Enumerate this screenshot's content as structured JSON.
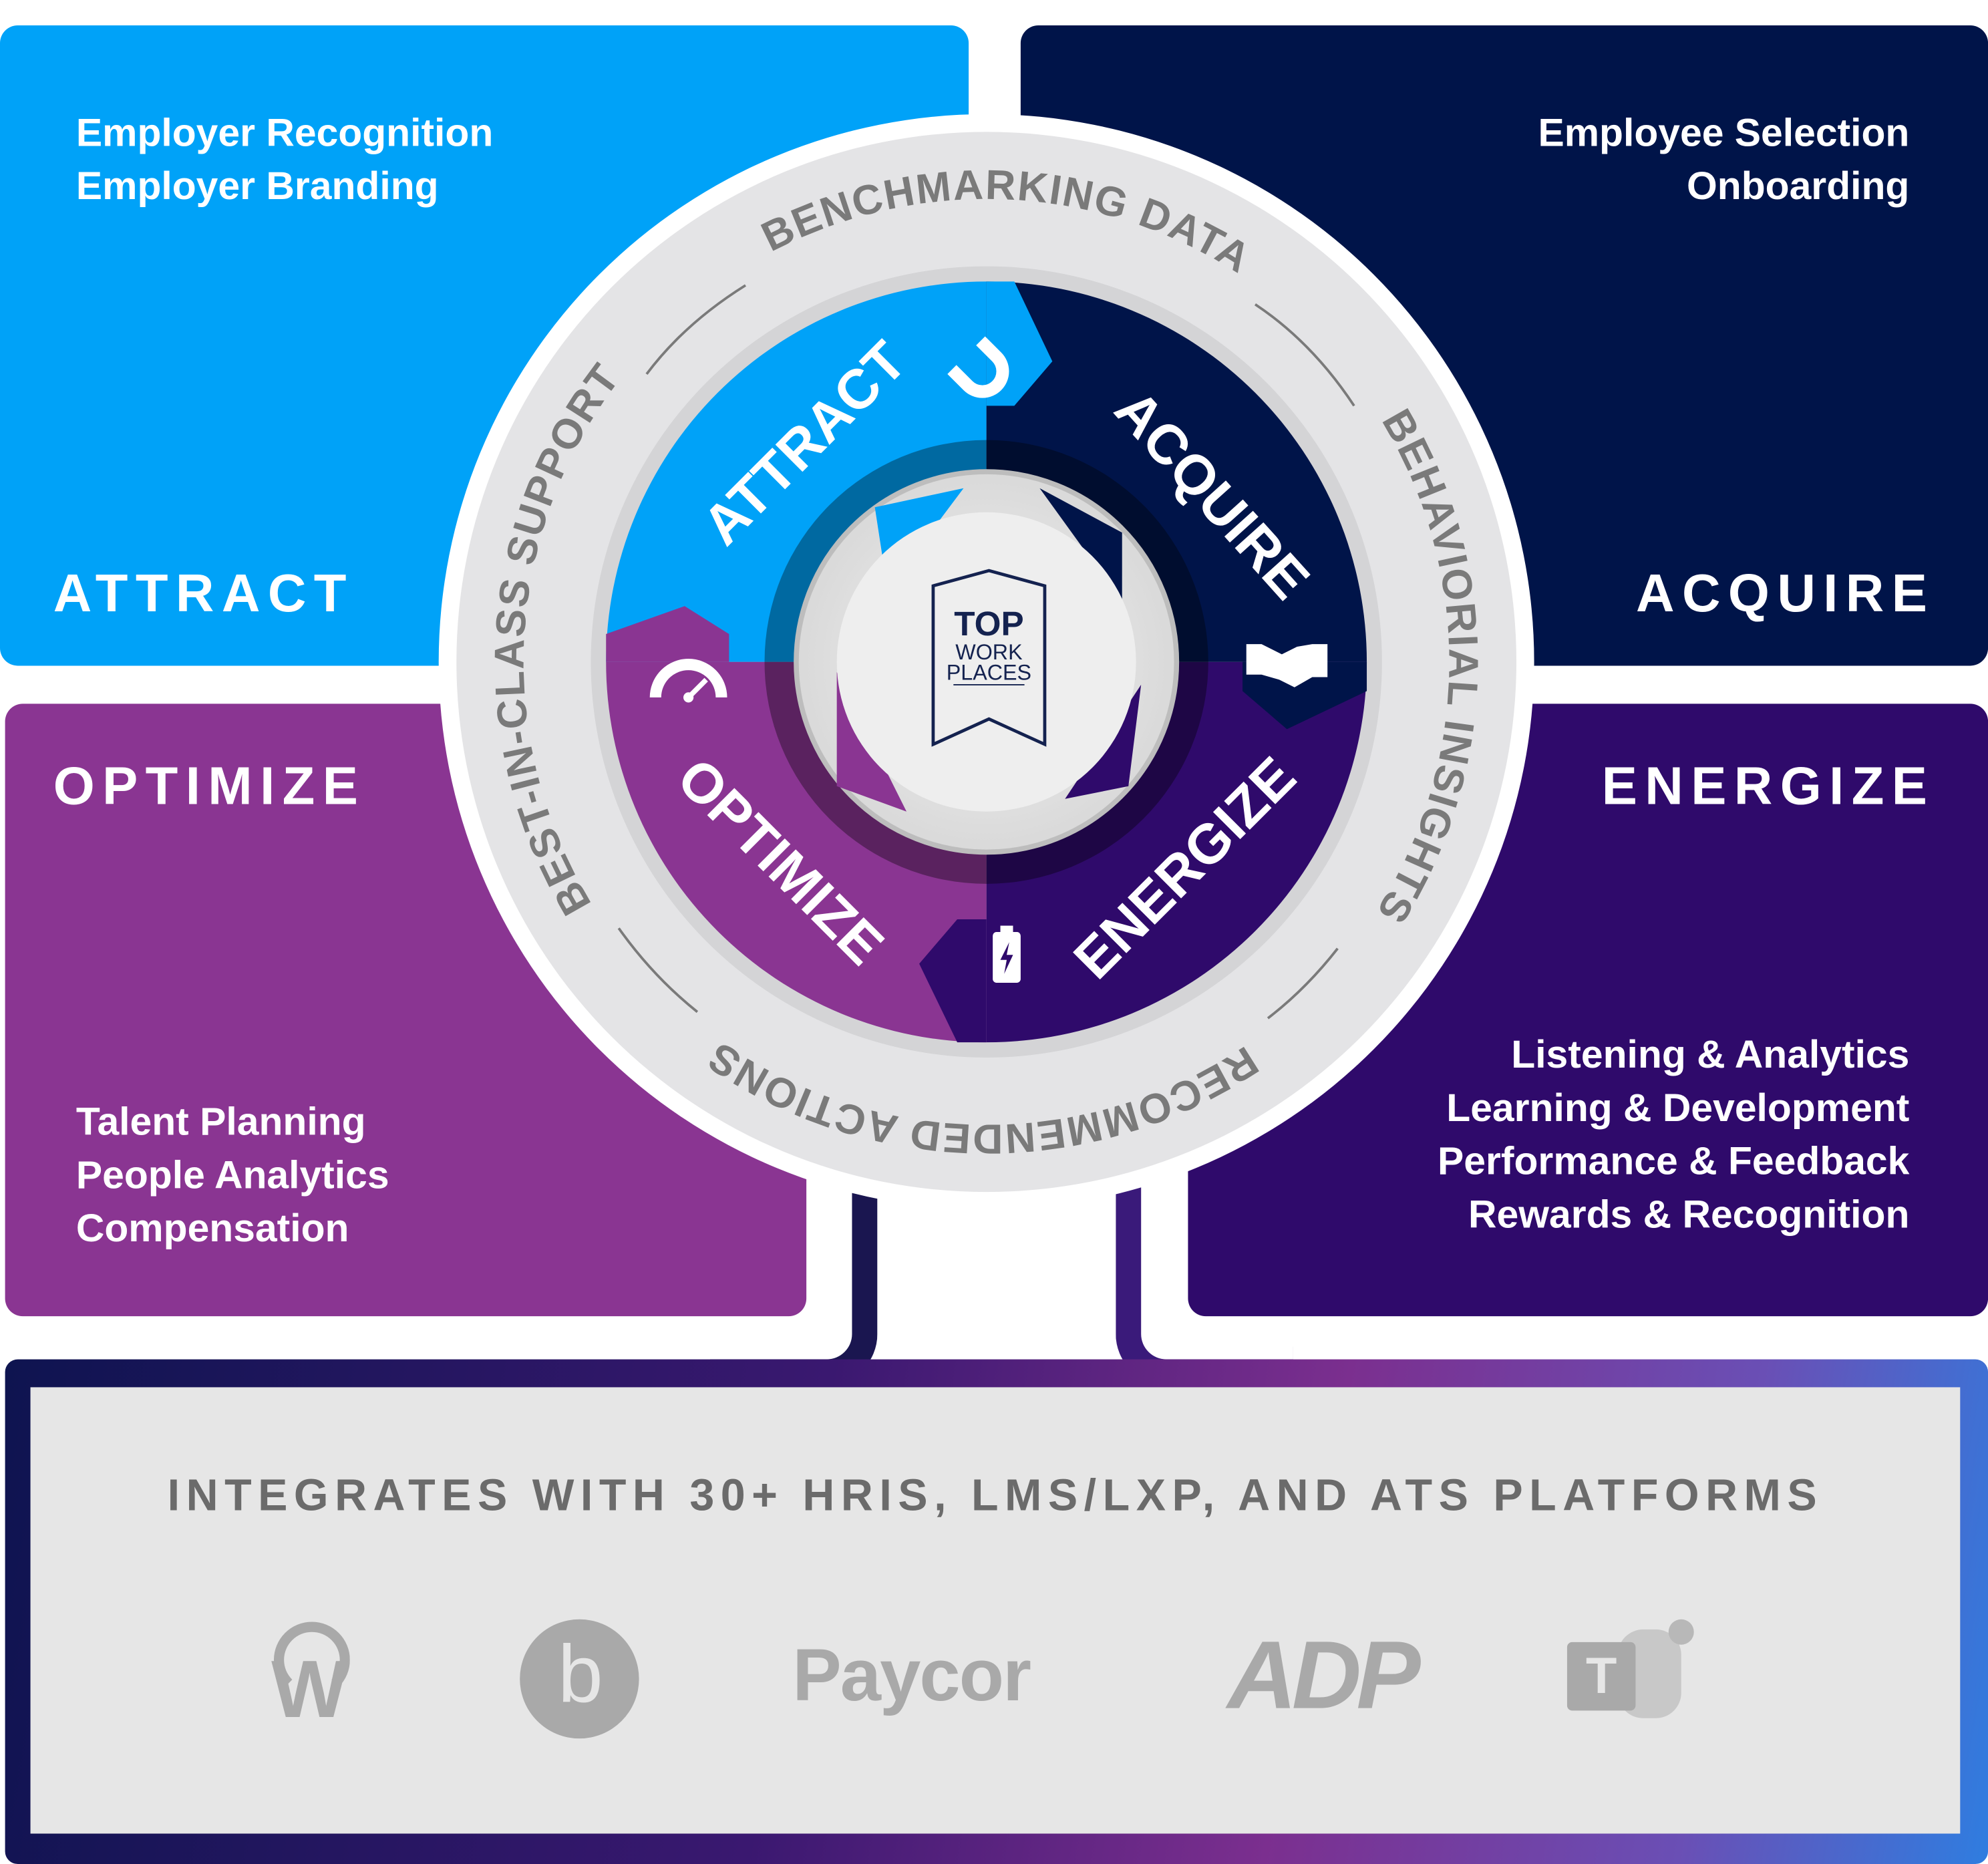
{
  "quadrants": {
    "attract": {
      "title": "ATTRACT",
      "items": [
        "Employer Recognition",
        "Employer Branding"
      ],
      "color": "#00a2f8"
    },
    "acquire": {
      "title": "ACQUIRE",
      "items": [
        "Employee Selection",
        "Onboarding"
      ],
      "color": "#001449"
    },
    "optimize": {
      "title": "OPTIMIZE",
      "items": [
        "Talent Planning",
        "People Analytics",
        "Compensation"
      ],
      "color": "#8a3592"
    },
    "energize": {
      "title": "ENERGIZE",
      "items": [
        "Listening & Analytics",
        "Learning & Development",
        "Performance & Feedback",
        "Rewards & Recognition"
      ],
      "color": "#2f0a6b"
    }
  },
  "ring": {
    "top": "BENCHMARKING DATA",
    "right": "BEHAVIORIAL INSIGHTS",
    "bottom": "RECOMMENDED ACTIONS",
    "left": "BEST-IN-CLASS SUPPORT"
  },
  "wheel": {
    "attract": "ATTRACT",
    "acquire": "ACQUIRE",
    "energize": "ENERGIZE",
    "optimize": "OPTIMIZE"
  },
  "badge": {
    "line1": "TOP",
    "line2": "WORK",
    "line3": "PLACES"
  },
  "integrations": {
    "heading": "INTEGRATES WITH 30+ HRIS, LMS/LXP, AND ATS PLATFORMS",
    "logos": {
      "workday": "W",
      "bamboohr": "b",
      "paycor": "Paycor",
      "adp": "ADP",
      "teams": "T"
    }
  }
}
